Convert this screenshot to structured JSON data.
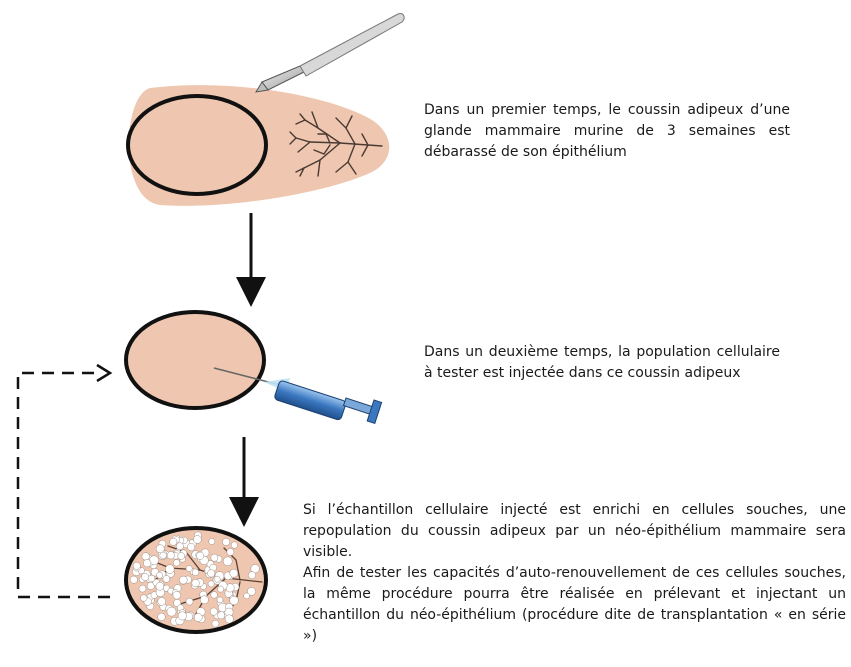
{
  "steps": [
    {
      "text": "Dans un premier temps, le coussin adipeux d’une glande mammaire murine de 3 semaines est débarassé de son épithélium"
    },
    {
      "text": "Dans un deuxième temps, la population cellulaire à tester est injectée dans ce coussin adipeux"
    },
    {
      "text_line1": "Si l’échantillon cellulaire injecté est enrichi en cellules souches, une repopulation du coussin adipeux par un néo-épithélium mammaire sera visible.",
      "text_line2": "Afin de tester les capacités d’auto-renouvellement de ces cellules souches, la même procédure pourra être réalisée en prélevant et injectant un échantillon du néo-épithélium (procédure dite de transplantation « en série »)"
    }
  ],
  "icons": {
    "scalpel": "scalpel-icon",
    "syringe": "syringe-icon"
  },
  "colors": {
    "fat_pad": "#efc7b0",
    "outline": "#111111",
    "epithelium": "#4a3a33",
    "syringe_blue": "#3b78c0",
    "cells": "#ffffff"
  }
}
